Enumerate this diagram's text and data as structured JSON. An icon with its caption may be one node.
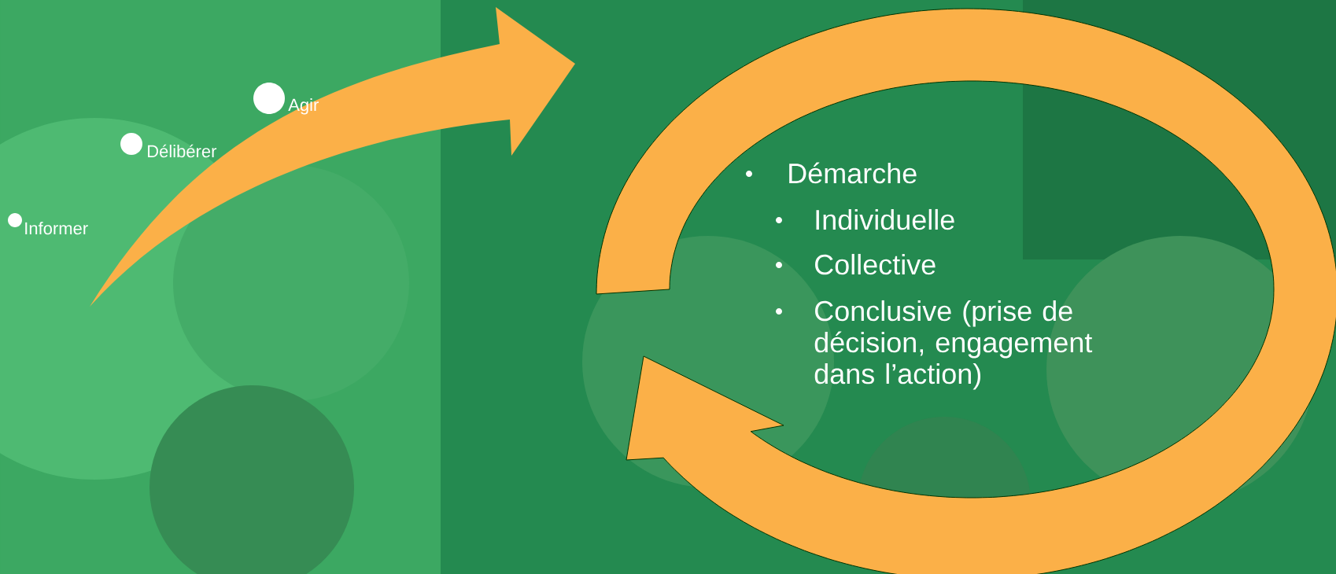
{
  "diagram": {
    "labels": [
      "Agir",
      "Délibérer",
      "Informer",
      "Démarche",
      "Individuelle",
      "Collective",
      "Conclusive (prise de décision, engagement dans l’action)"
    ]
  }
}
